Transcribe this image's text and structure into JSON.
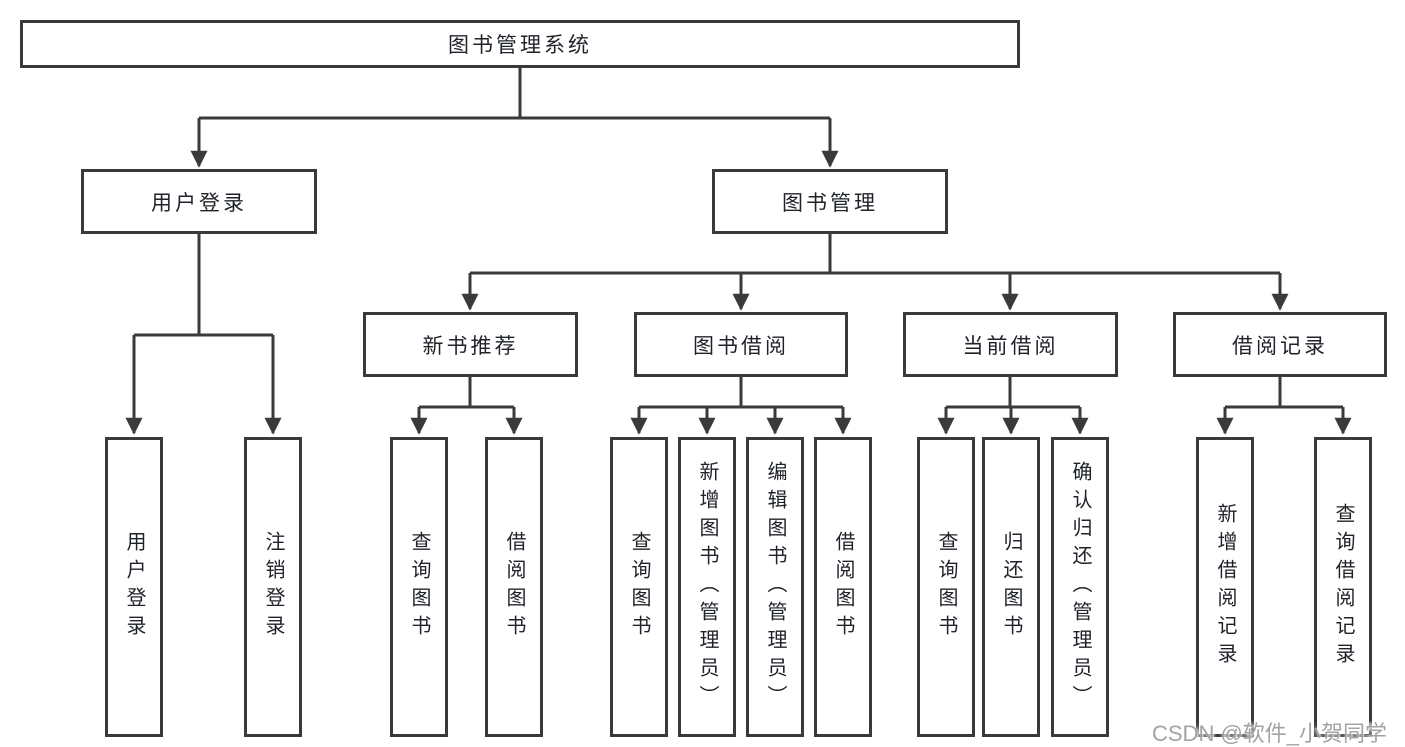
{
  "diagram": {
    "root": {
      "label": "图书管理系统"
    },
    "level2": [
      {
        "label": "用户登录"
      },
      {
        "label": "图书管理"
      }
    ],
    "level3": [
      {
        "label": "新书推荐"
      },
      {
        "label": "图书借阅"
      },
      {
        "label": "当前借阅"
      },
      {
        "label": "借阅记录"
      }
    ],
    "leaves": [
      {
        "label": "用户登录"
      },
      {
        "label": "注销登录"
      },
      {
        "label": "查询图书"
      },
      {
        "label": "借阅图书"
      },
      {
        "label": "查询图书"
      },
      {
        "label": "新增图书（管理员）"
      },
      {
        "label": "编辑图书（管理员）"
      },
      {
        "label": "借阅图书"
      },
      {
        "label": "查询图书"
      },
      {
        "label": "归还图书"
      },
      {
        "label": "确认归还（管理员）"
      },
      {
        "label": "新增借阅记录"
      },
      {
        "label": "查询借阅记录"
      }
    ]
  },
  "watermark": "CSDN @软件_小贺同学",
  "colors": {
    "line": "#3a3a3a",
    "text": "#1f2329",
    "watermark": "#a3a3a3",
    "background": "#ffffff"
  }
}
